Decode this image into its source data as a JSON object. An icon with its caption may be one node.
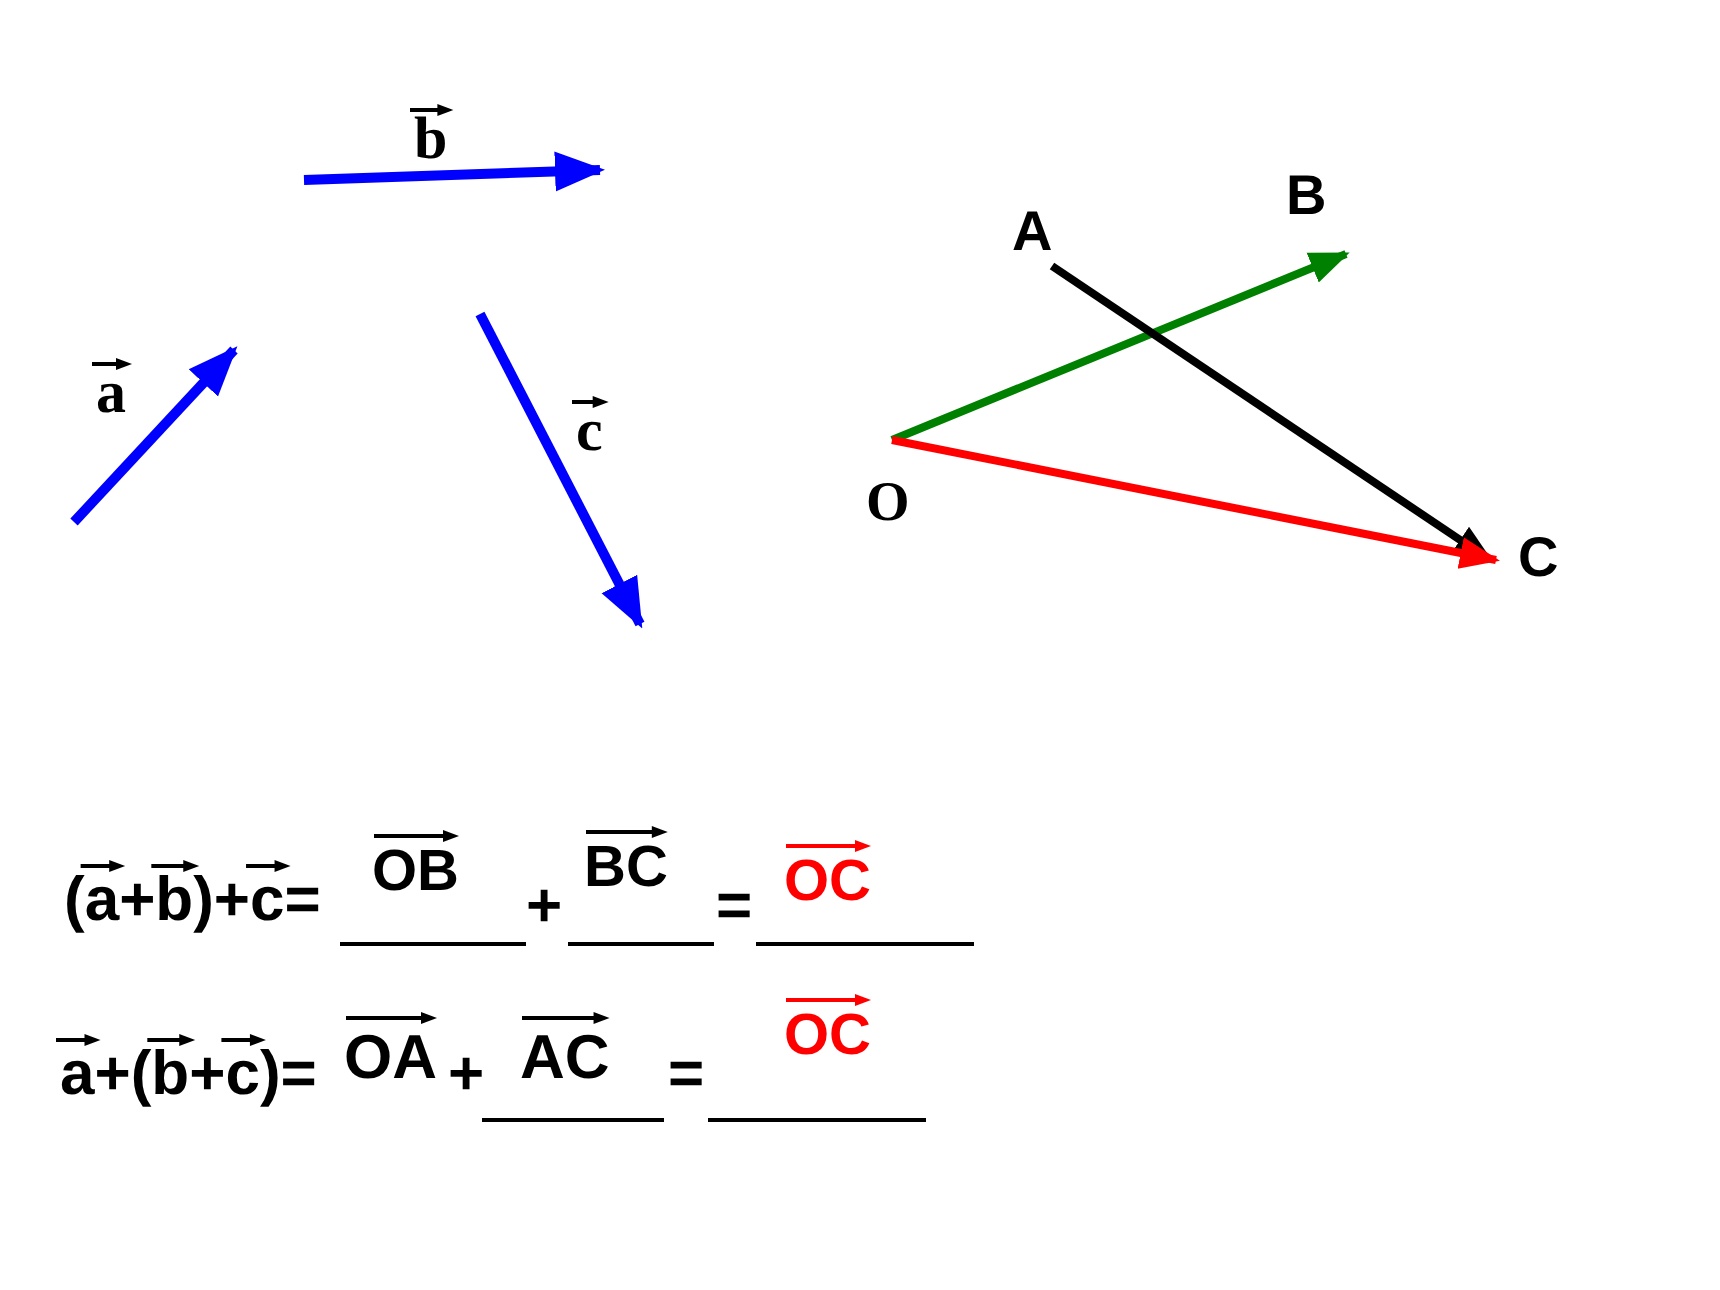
{
  "diagram": {
    "nodes": [
      {
        "text": [
          "B"
        ]
      },
      {
        "text": [
          "A"
        ]
      },
      {
        "text": [
          "O"
        ]
      },
      {
        "text": [
          "C"
        ]
      }
    ],
    "edges": [
      {
        "from": 2,
        "to": 0,
        "arrow": "to",
        "color": "#008000"
      },
      {
        "from": 1,
        "to": 3,
        "arrow": "to",
        "color": "#000000"
      },
      {
        "from": 2,
        "to": 3,
        "arrow": "to",
        "color": "#ff0000"
      }
    ],
    "labels": [
      "b",
      "a",
      "c",
      "(a+b)+c=",
      "OB",
      "+",
      "BC",
      "=",
      "OC",
      "a+(b+c)=",
      "OA",
      "+",
      "AC",
      "=",
      "OC"
    ]
  }
}
